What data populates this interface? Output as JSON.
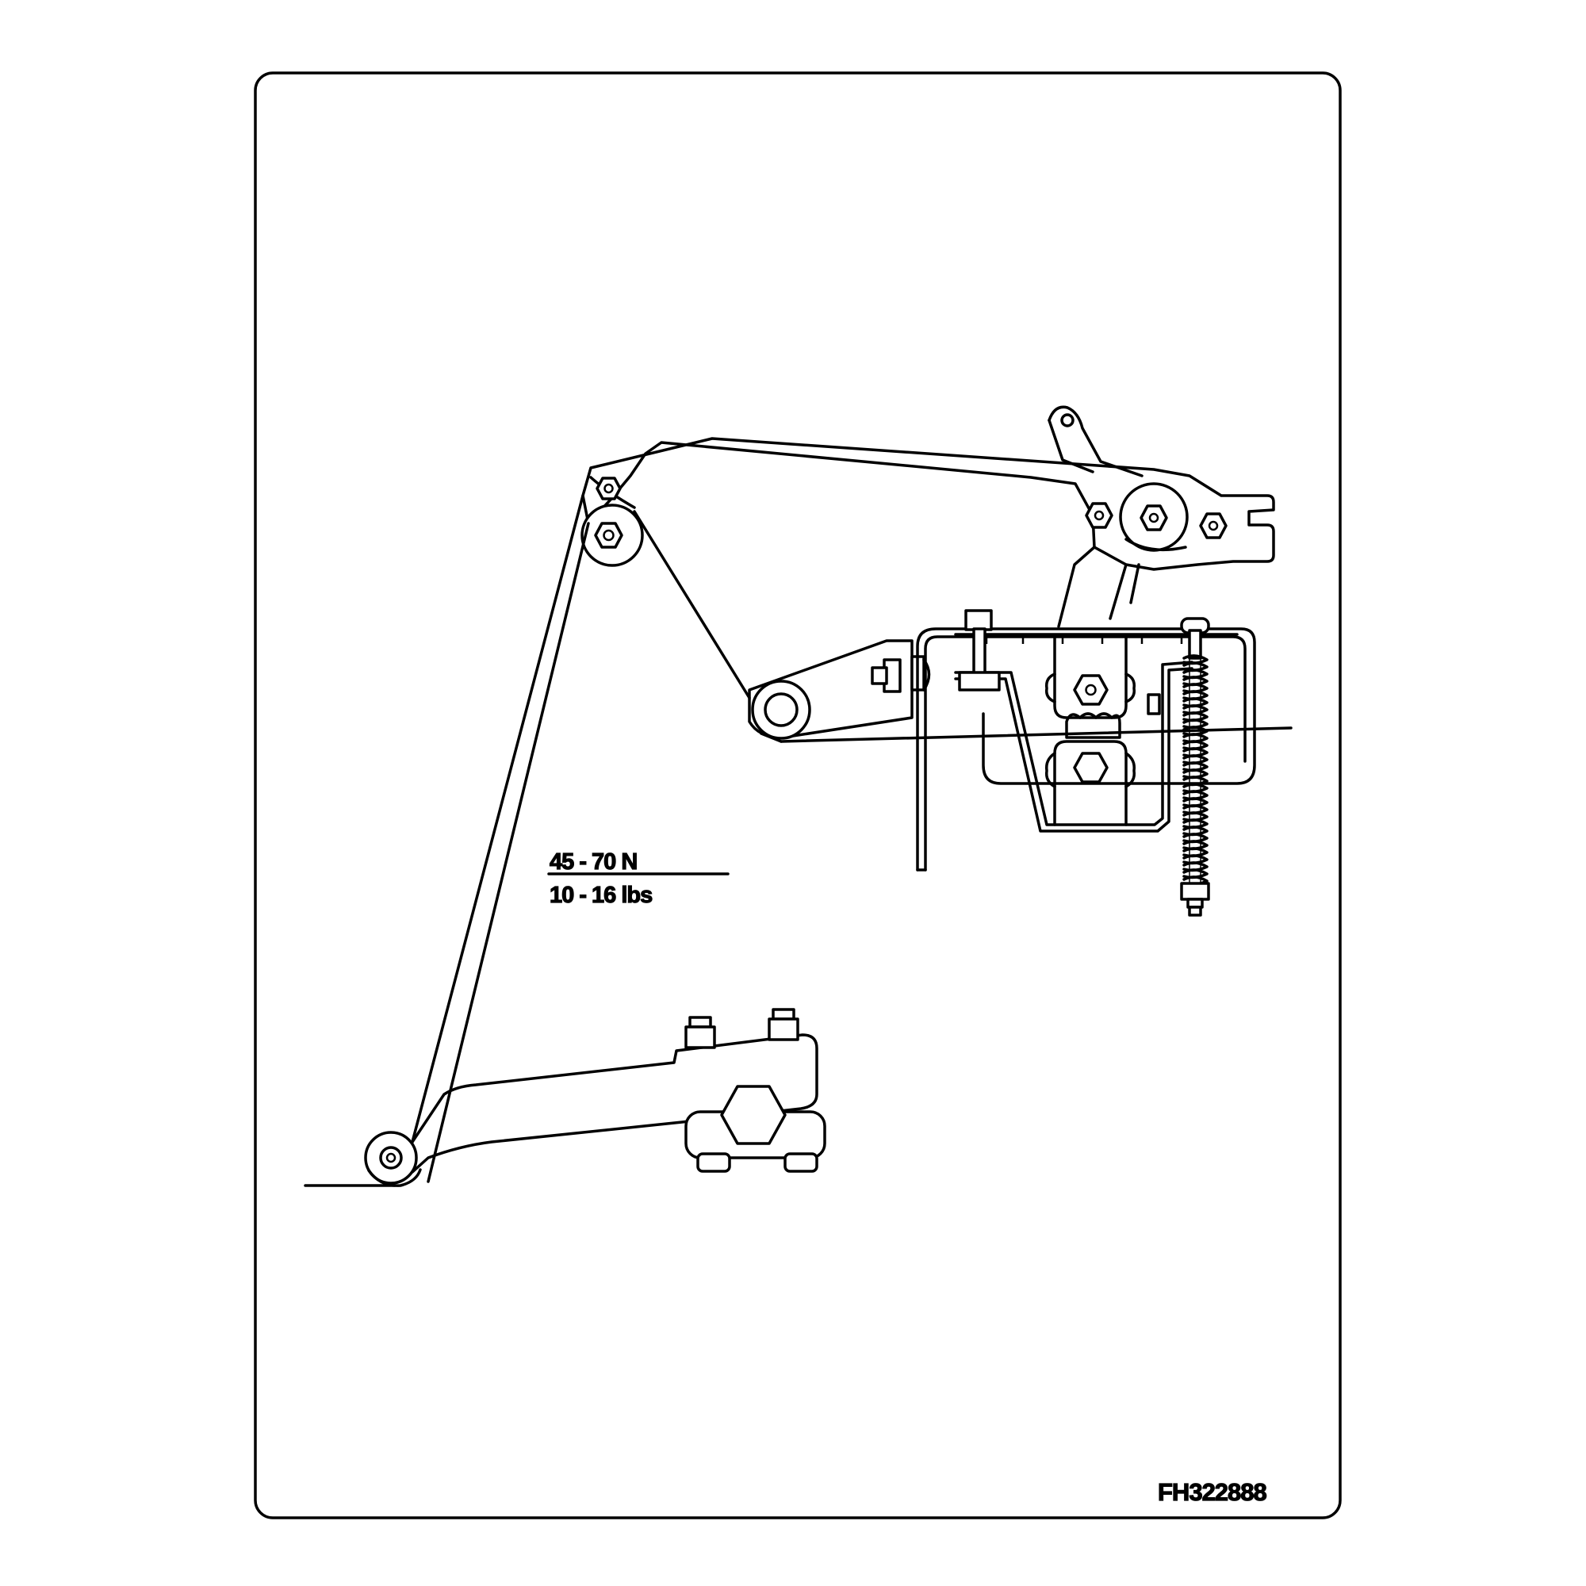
{
  "diagram": {
    "force_newtons": "45 - 70 N",
    "force_pounds": "10 - 16 lbs",
    "figure_code": "FH322888"
  },
  "colors": {
    "line": "#000000",
    "background": "#ffffff"
  }
}
